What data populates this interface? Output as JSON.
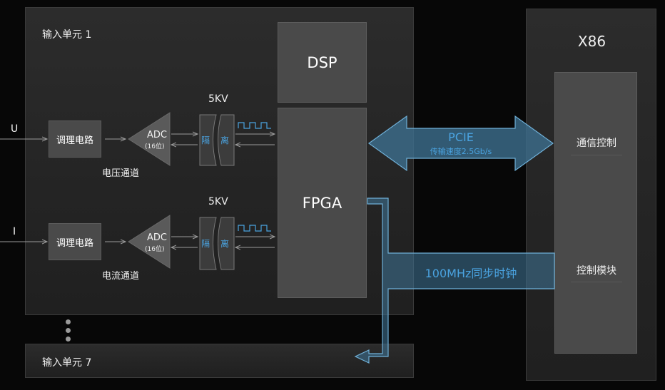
{
  "input_unit_1": {
    "title": "输入单元 1"
  },
  "input_unit_7": {
    "title": "输入单元 7"
  },
  "dsp": {
    "label": "DSP"
  },
  "fpga": {
    "label": "FPGA"
  },
  "x86": {
    "title": "X86",
    "comm_control": "通信控制",
    "control_module": "控制模块"
  },
  "voltage_channel": {
    "input_label": "U",
    "conditioning_label": "调理电路",
    "adc_label": "ADC",
    "adc_bits": "(16位)",
    "isolation_voltage": "5KV",
    "isolation_left": "隔",
    "isolation_right": "离",
    "channel_label": "电压通道"
  },
  "current_channel": {
    "input_label": "I",
    "conditioning_label": "调理电路",
    "adc_label": "ADC",
    "adc_bits": "(16位)",
    "isolation_voltage": "5KV",
    "isolation_left": "隔",
    "isolation_right": "离",
    "channel_label": "电流通道"
  },
  "pcie_link": {
    "label": "PCIE",
    "speed": "传输速度2.5Gb/s"
  },
  "clock_link": {
    "label": "100MHz同步时钟"
  },
  "colors": {
    "accent_blue": "#4aa3e0",
    "arrow_fill": "#3d6f8f",
    "arrow_stroke": "#6fb0d8"
  }
}
